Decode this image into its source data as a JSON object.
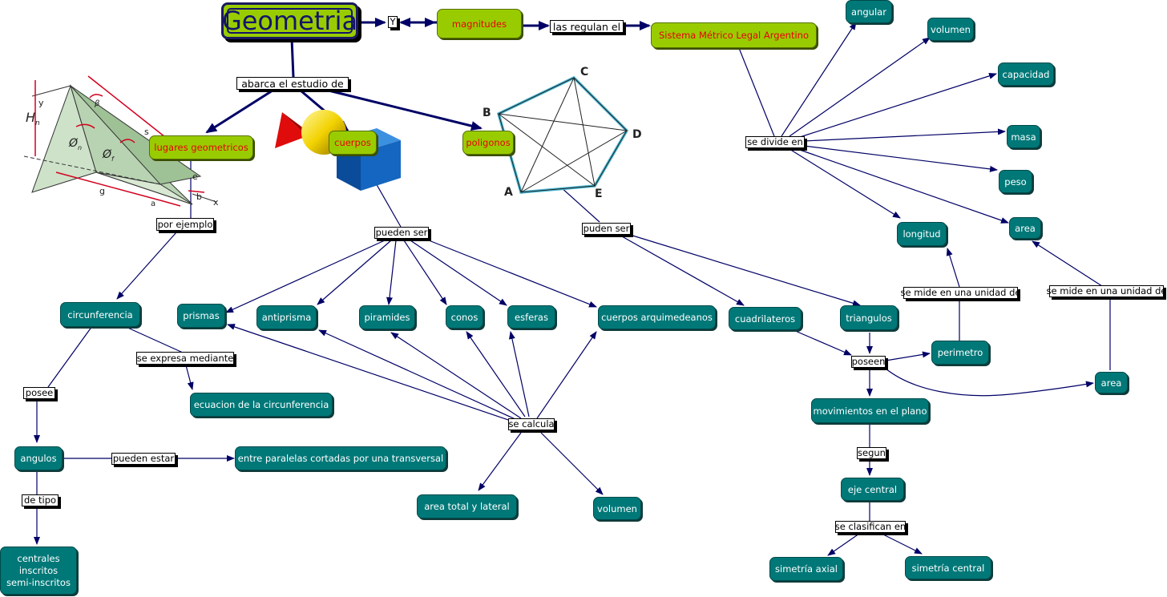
{
  "title": "Geometria",
  "conn": {
    "y": "Y",
    "las_regulan_el": "las regulan el",
    "abarca": "abarca el estudio de",
    "se_divide_en": "se divide en",
    "por_ejemplo": "por ejemplo",
    "pueden_ser_cuerpos": "pueden ser",
    "pueden_ser_poligonos": "puden ser",
    "se_expresa_mediante": "se expresa mediante",
    "posee": "posee",
    "pueden_estar": "pueden  estar",
    "de_tipo": "de tipo",
    "se_calcula": "se calcula",
    "poseen": "poseen",
    "segun": "segun",
    "se_clasifican_en": "se clasifican en",
    "se_mide_longitud": "se mide en una unidad de",
    "se_mide_area": "se mide en una unidad de"
  },
  "green_nodes": {
    "magnitudes": "magnitudes",
    "sistema": "Sistema Métrico Legal Argentino",
    "lugares": "lugares geometricos",
    "cuerpos": "cuerpos",
    "poligonos": "poligonos"
  },
  "teal_nodes": {
    "angular": "angular",
    "volumen_mag": "volumen",
    "capacidad": "capacidad",
    "masa": "masa",
    "peso": "peso",
    "longitud": "longitud",
    "area_mag": "area",
    "circunferencia": "circunferencia",
    "ecuacion": "ecuacion de la circunferencia",
    "angulos": "angulos",
    "paralelas": "entre paralelas cortadas por una transversal",
    "tipos": [
      "centrales",
      "inscritos",
      "semi-inscritos"
    ],
    "prismas": "prismas",
    "antiprisma": "antiprisma",
    "piramides": "piramides",
    "conos": "conos",
    "esferas": "esferas",
    "arquimedeanos": "cuerpos arquimedeanos",
    "area_total": "area total y lateral",
    "volumen_calc": "volumen",
    "cuadrilateros": "cuadrilateros",
    "triangulos": "triangulos",
    "perimetro": "perimetro",
    "area_pol": "area",
    "movimientos": "movimientos en el plano",
    "eje_central": "eje central",
    "simetria_axial": "simetría axial",
    "simetria_central": "simetría central"
  },
  "pentagon_labels": {
    "a": "A",
    "b": "B",
    "c": "C",
    "d": "D",
    "e": "E"
  },
  "pyramid_labels": {
    "y": "y",
    "hn": "H",
    "hn_sub": "n",
    "beta": "β",
    "s": "s",
    "on": "Ø",
    "on_sub": "n",
    "of": "Ø",
    "of_sub": "f",
    "e": "e",
    "g": "g",
    "a": "a",
    "b": "b",
    "x": "x"
  },
  "colors": {
    "node_teal": "#007878",
    "node_green": "#99cc00",
    "link": "#000066",
    "node_text_green": "#e8000c"
  }
}
